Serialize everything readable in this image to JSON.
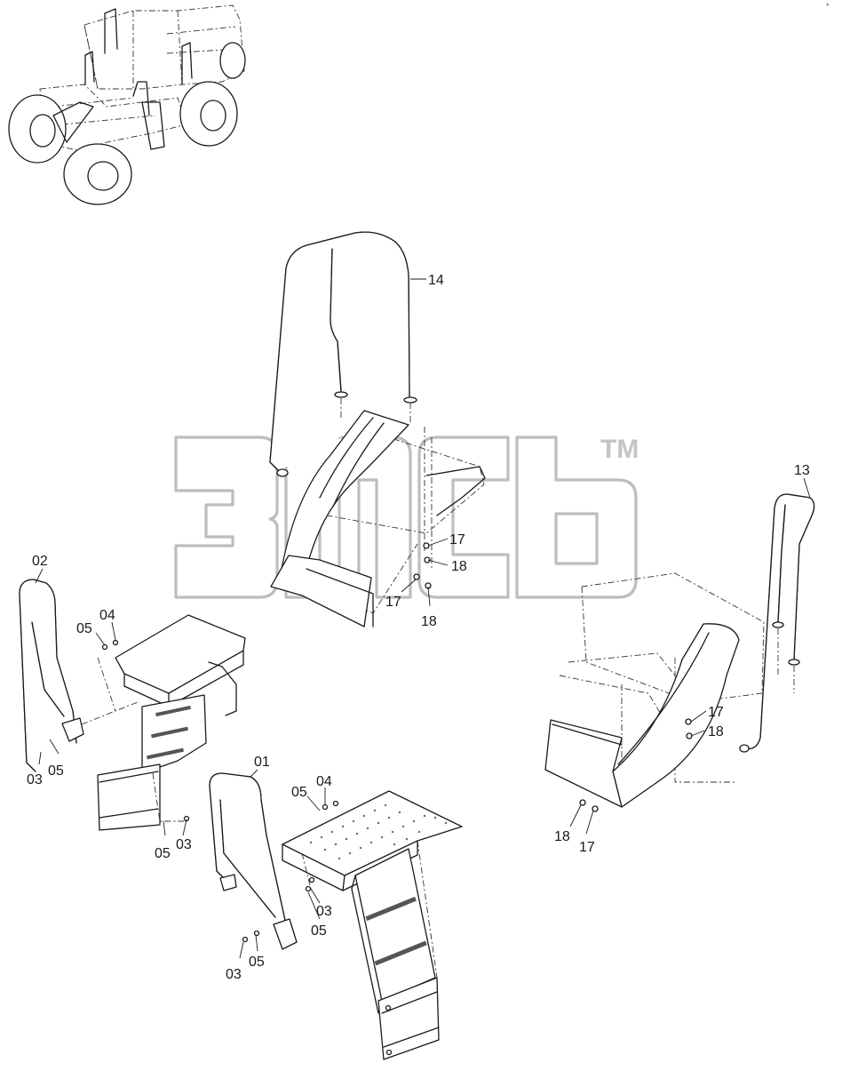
{
  "watermark": {
    "trademark": "TM"
  },
  "page_mark": "*",
  "callouts": [
    {
      "id": "c14",
      "label": "14"
    },
    {
      "id": "c13",
      "label": "13"
    },
    {
      "id": "c02",
      "label": "02"
    },
    {
      "id": "c01",
      "label": "01"
    },
    {
      "id": "c04a",
      "label": "04"
    },
    {
      "id": "c05a",
      "label": "05"
    },
    {
      "id": "c03a",
      "label": "03"
    },
    {
      "id": "c05b",
      "label": "05"
    },
    {
      "id": "c05c",
      "label": "05"
    },
    {
      "id": "c03b",
      "label": "03"
    },
    {
      "id": "c05d",
      "label": "05"
    },
    {
      "id": "c04b",
      "label": "04"
    },
    {
      "id": "c03c",
      "label": "03"
    },
    {
      "id": "c05e",
      "label": "05"
    },
    {
      "id": "c03d",
      "label": "03"
    },
    {
      "id": "c05f",
      "label": "05"
    },
    {
      "id": "c17a",
      "label": "17"
    },
    {
      "id": "c18a",
      "label": "18"
    },
    {
      "id": "c17b",
      "label": "17"
    },
    {
      "id": "c18b",
      "label": "18"
    },
    {
      "id": "c17c",
      "label": "17"
    },
    {
      "id": "c18c",
      "label": "18"
    },
    {
      "id": "c18d",
      "label": "18"
    },
    {
      "id": "c17d",
      "label": "17"
    }
  ]
}
